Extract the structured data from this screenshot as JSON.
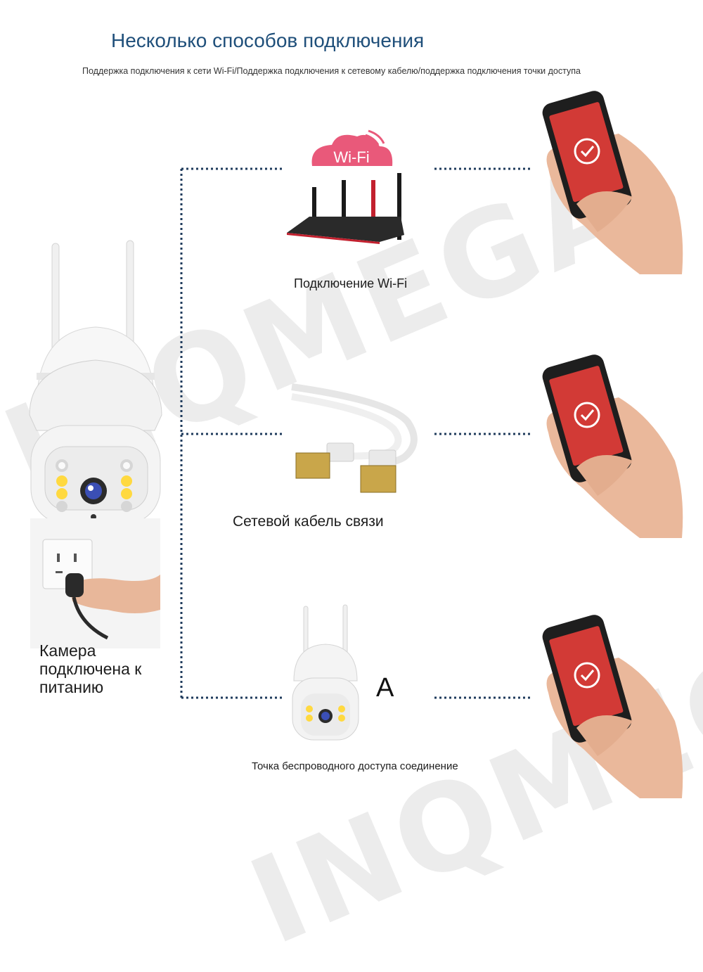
{
  "watermark": "INQMEGA",
  "header": {
    "title": "Несколько способов подключения",
    "subtitle": "Поддержка подключения к сети Wi-Fi/Поддержка подключения к сетевому кабелю/поддержка подключения точки доступа"
  },
  "left": {
    "power_label": "Камера подключена к питанию"
  },
  "methods": [
    {
      "label": "Подключение Wi-Fi",
      "badge": "Wi-Fi"
    },
    {
      "label": "Сетевой кабель связи"
    },
    {
      "label": "Точка беспроводного доступа соединение",
      "marker": "A"
    }
  ],
  "colors": {
    "title": "#1f4f7a",
    "dotted_line": "#1f3b5c",
    "phone_screen": "#d23a36",
    "wifi_cloud": "#e9597a"
  }
}
